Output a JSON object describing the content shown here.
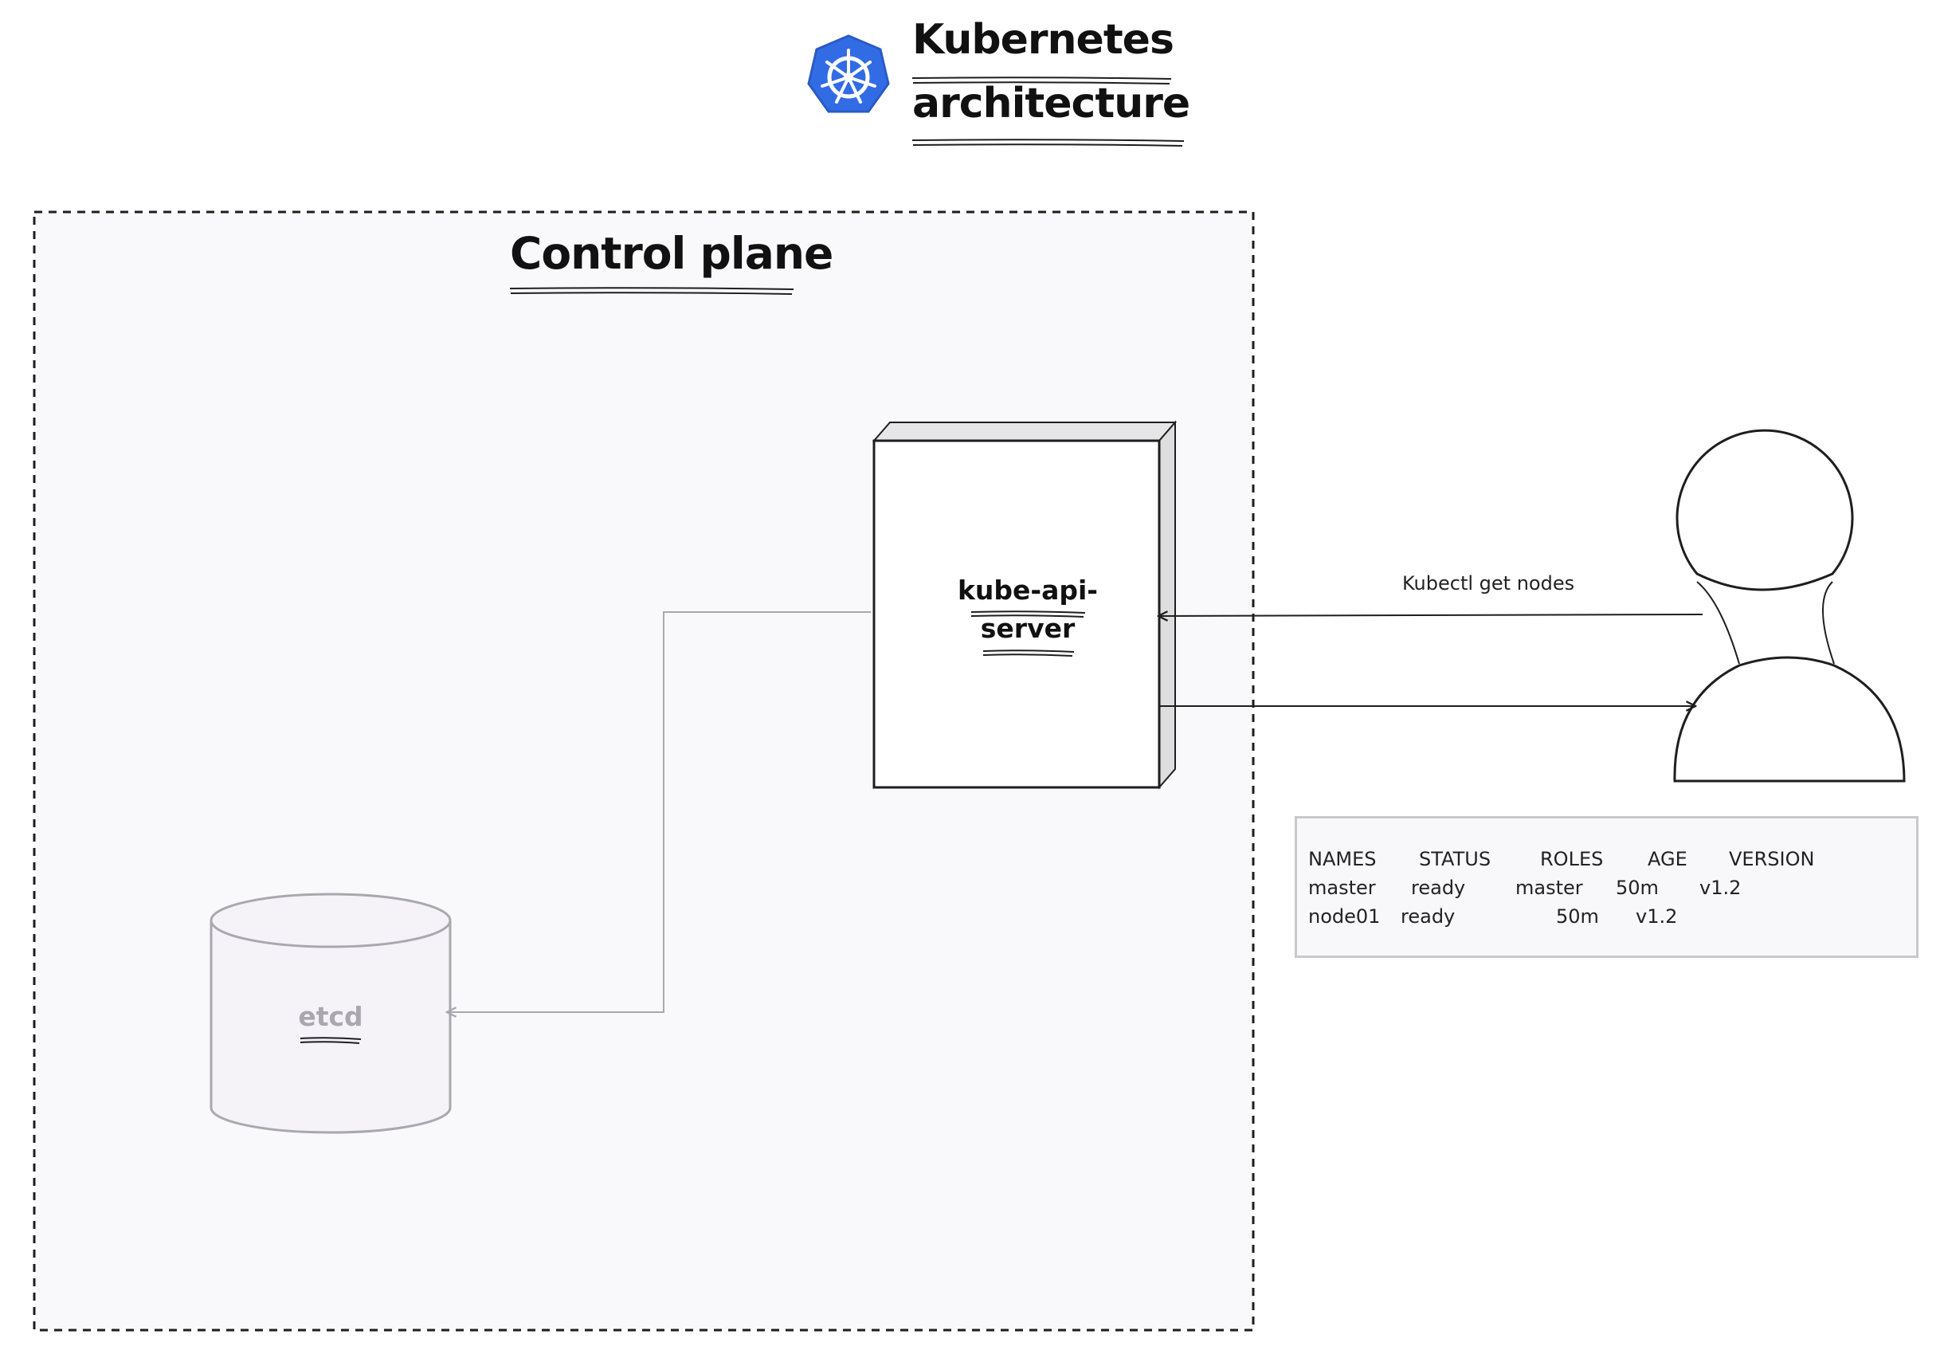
{
  "title": {
    "line1": "Kubernetes",
    "line2": "architecture"
  },
  "logo": {
    "icon": "kubernetes-helm-wheel-icon",
    "color": "#326ce5"
  },
  "control_plane": {
    "label": "Control plane",
    "fill": "#f9f9fb"
  },
  "api_server": {
    "label_line1": "kube-api-",
    "label_line2": "server"
  },
  "etcd": {
    "label": "etcd",
    "fill": "#f5f3f8"
  },
  "user": {
    "icon": "user-icon"
  },
  "edges": {
    "request_label": "Kubectl get nodes"
  },
  "output": {
    "headers": [
      "NAMES",
      "STATUS",
      "ROLES",
      "AGE",
      "VERSION"
    ],
    "rows": [
      [
        "master",
        "ready",
        "master",
        "50m",
        "v1.2"
      ],
      [
        "node01",
        "ready",
        "",
        "50m",
        "v1.2"
      ]
    ]
  }
}
